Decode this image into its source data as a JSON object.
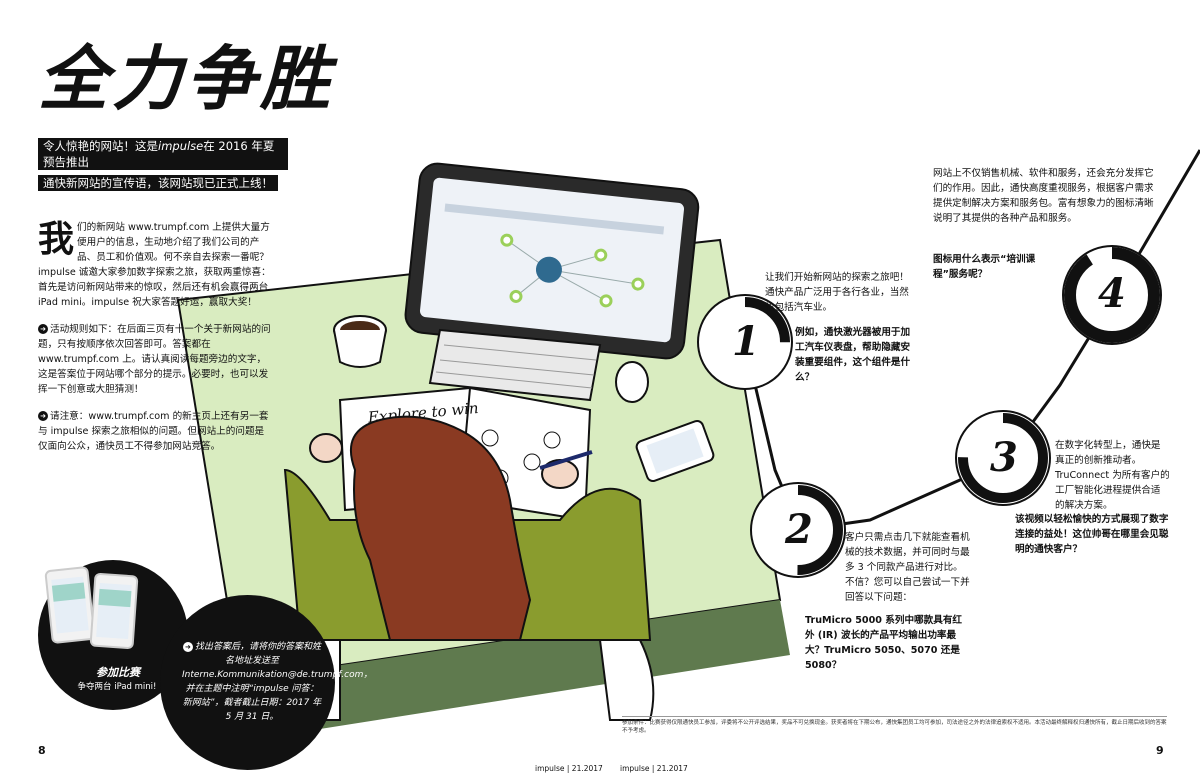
{
  "headline": "全力争胜",
  "deck": {
    "line1_a": "令人惊艳的网站！这是",
    "line1_brand": "impulse",
    "line1_b": "在 2016 年夏预告推出",
    "line2": "通快新网站的宣传语，该网站现已正式上线！"
  },
  "intro": {
    "dropcap": "我",
    "text": "们的新网站 www.trumpf.com 上提供大量方便用户的信息，生动地介绍了我们公司的产品、员工和价值观。何不亲自去探索一番呢？impulse 诚邀大家参加数字探索之旅，获取两重惊喜：首先是访问新网站带来的惊叹，然后还有机会赢得两台 iPad mini。impulse 祝大家答题好运，赢取大奖！"
  },
  "rules": {
    "text": "活动规则如下：在后面三页有十一个关于新网站的问题，只有按顺序依次回答即可。答案都在 www.trumpf.com 上。请认真阅读每题旁边的文字，这是答案位于网站哪个部分的提示。必要时，也可以发挥一下创意或大胆猜测！"
  },
  "note": {
    "text": "请注意：www.trumpf.com 的新主页上还有另一套与 impulse 探索之旅相似的问题。但网站上的问题是仅面向公众，通快员工不得参加网站竞答。"
  },
  "artwork": {
    "book_title": "Explore to win"
  },
  "questions": [
    {
      "number": "1",
      "text": "让我们开始新网站的探索之旅吧！通快产品广泛用于各行各业，当然也包括汽车业。",
      "question": "例如，通快激光器被用于加工汽车仪表盘，帮助隐藏安装重要组件，这个组件是什么？"
    },
    {
      "number": "2",
      "text": "客户只需点击几下就能查看机械的技术数据，并可同时与最多 3 个同款产品进行对比。不信？您可以自己尝试一下并回答以下问题：",
      "question": "TruMicro 5000 系列中哪款具有红外 (IR) 波长的产品平均输出功率最大？TruMicro 5050、5070 还是 5080？"
    },
    {
      "number": "3",
      "text": "在数字化转型上，通快是真正的创新推动者。TruConnect 为所有客户的工厂智能化进程提供合适的解决方案。",
      "question": "该视频以轻松愉快的方式展现了数字连接的益处！这位帅哥在哪里会见聪明的通快客户？"
    },
    {
      "number": "4",
      "text": "网站上不仅销售机械、软件和服务，还会充分发挥它们的作用。因此，通快高度重视服务，根据客户需求提供定制解决方案和服务包。富有想象力的图标清晰说明了其提供的各种产品和服务。",
      "question": "图标用什么表示“培训课程”服务呢？"
    }
  ],
  "promo": {
    "title": "参加比赛",
    "subtitle": "争夺两台 iPad mini!",
    "text": "找出答案后，请将你的答案和姓名地址发送至 Interne.Kommunikation@de.trumpf.com，并在主题中注明“impulse 问答：新网站”，截者截止日期：2017 年 5 月 31 日。"
  },
  "footnote": "参加条件：比赛获得仅限通快员工参加，评委将不公开评选结果，奖品不可兑换现金。获奖者将在下期公布，通快集团员工均可参加，司法途径之外的法律追索权不适用。本活动最终解释权归通快所有，截止日期后收到的答案不予考虑。",
  "folio": {
    "left": "8",
    "right": "9"
  },
  "runner": {
    "left": "impulse | 21.2017",
    "right": "impulse | 21.2017"
  },
  "colors": {
    "desk": "#d9ecc0",
    "hair": "#8a3a22",
    "sweater": "#8a9c2e",
    "screen_ring": "#9bd05a",
    "ink": "#111111"
  }
}
